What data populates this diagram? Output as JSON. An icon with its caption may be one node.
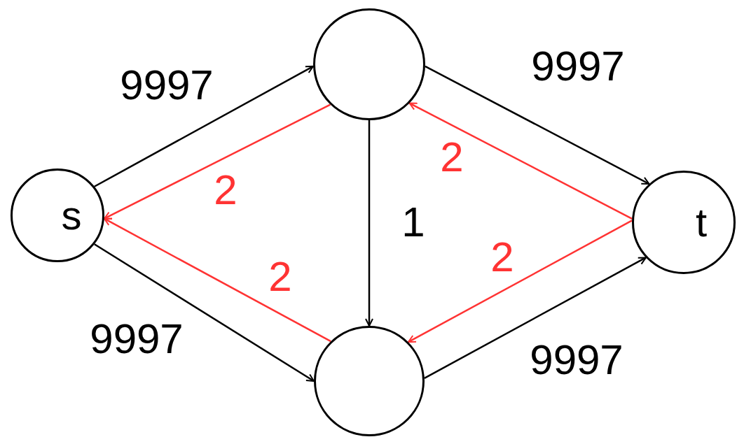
{
  "diagram": {
    "nodes": [
      {
        "text": [
          "s"
        ]
      },
      {
        "text": [],
        "shape": "circle"
      },
      {
        "text": [],
        "shape": "circle"
      },
      {
        "text": [
          "t"
        ]
      }
    ],
    "edges": [
      {
        "from": 0,
        "to": 1,
        "arrow": "to",
        "label": "9997"
      },
      {
        "from": 0,
        "to": 2,
        "arrow": "to",
        "label": "9997"
      },
      {
        "from": 1,
        "to": 3,
        "arrow": "to",
        "label": "9997"
      },
      {
        "from": 2,
        "to": 3,
        "arrow": "to",
        "label": "9997"
      },
      {
        "from": 1,
        "to": 2,
        "arrow": "to",
        "label": "1"
      },
      {
        "from": 1,
        "to": 0,
        "arrow": "to",
        "label": "2",
        "color": "#ff3333"
      },
      {
        "from": 2,
        "to": 0,
        "arrow": "to",
        "label": "2",
        "color": "#ff3333"
      },
      {
        "from": 3,
        "to": 1,
        "arrow": "to",
        "label": "2",
        "color": "#ff3333"
      },
      {
        "from": 3,
        "to": 2,
        "arrow": "to",
        "label": "2",
        "color": "#ff3333"
      }
    ]
  }
}
